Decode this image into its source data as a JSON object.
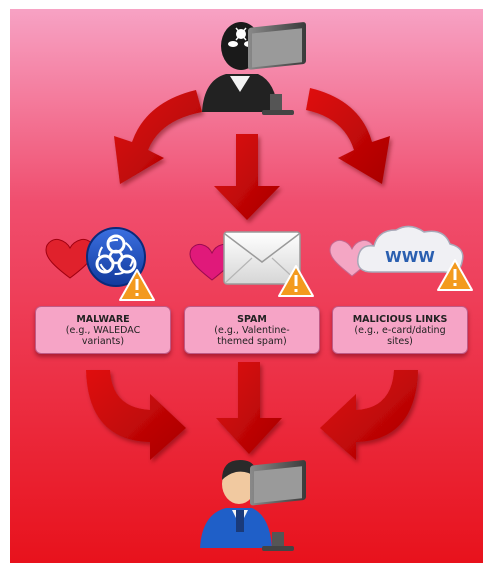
{
  "colors": {
    "bg_top": "#f7a2c4",
    "bg_bottom": "#e8121c",
    "arrow_red": "#cc0000",
    "card_pink": "#f6a4c6",
    "heart_red": "#e0212c",
    "heart_magenta": "#e0197a",
    "heart_pink": "#f4a6c4"
  },
  "threats": [
    {
      "title": "MALWARE",
      "detail": "(e.g., WALEDAC\nvariants)",
      "icon": "biohazard-icon",
      "heart": "heart-red-icon"
    },
    {
      "title": "SPAM",
      "detail": "(e.g., Valentine-\nthemed spam)",
      "icon": "envelope-icon",
      "heart": "heart-magenta-icon"
    },
    {
      "title": "MALICIOUS LINKS",
      "detail": "(e.g., e-card/dating\nsites)",
      "icon": "www-cloud-icon",
      "heart": "heart-pink-icon"
    }
  ],
  "labels": {
    "www": "WWW"
  }
}
